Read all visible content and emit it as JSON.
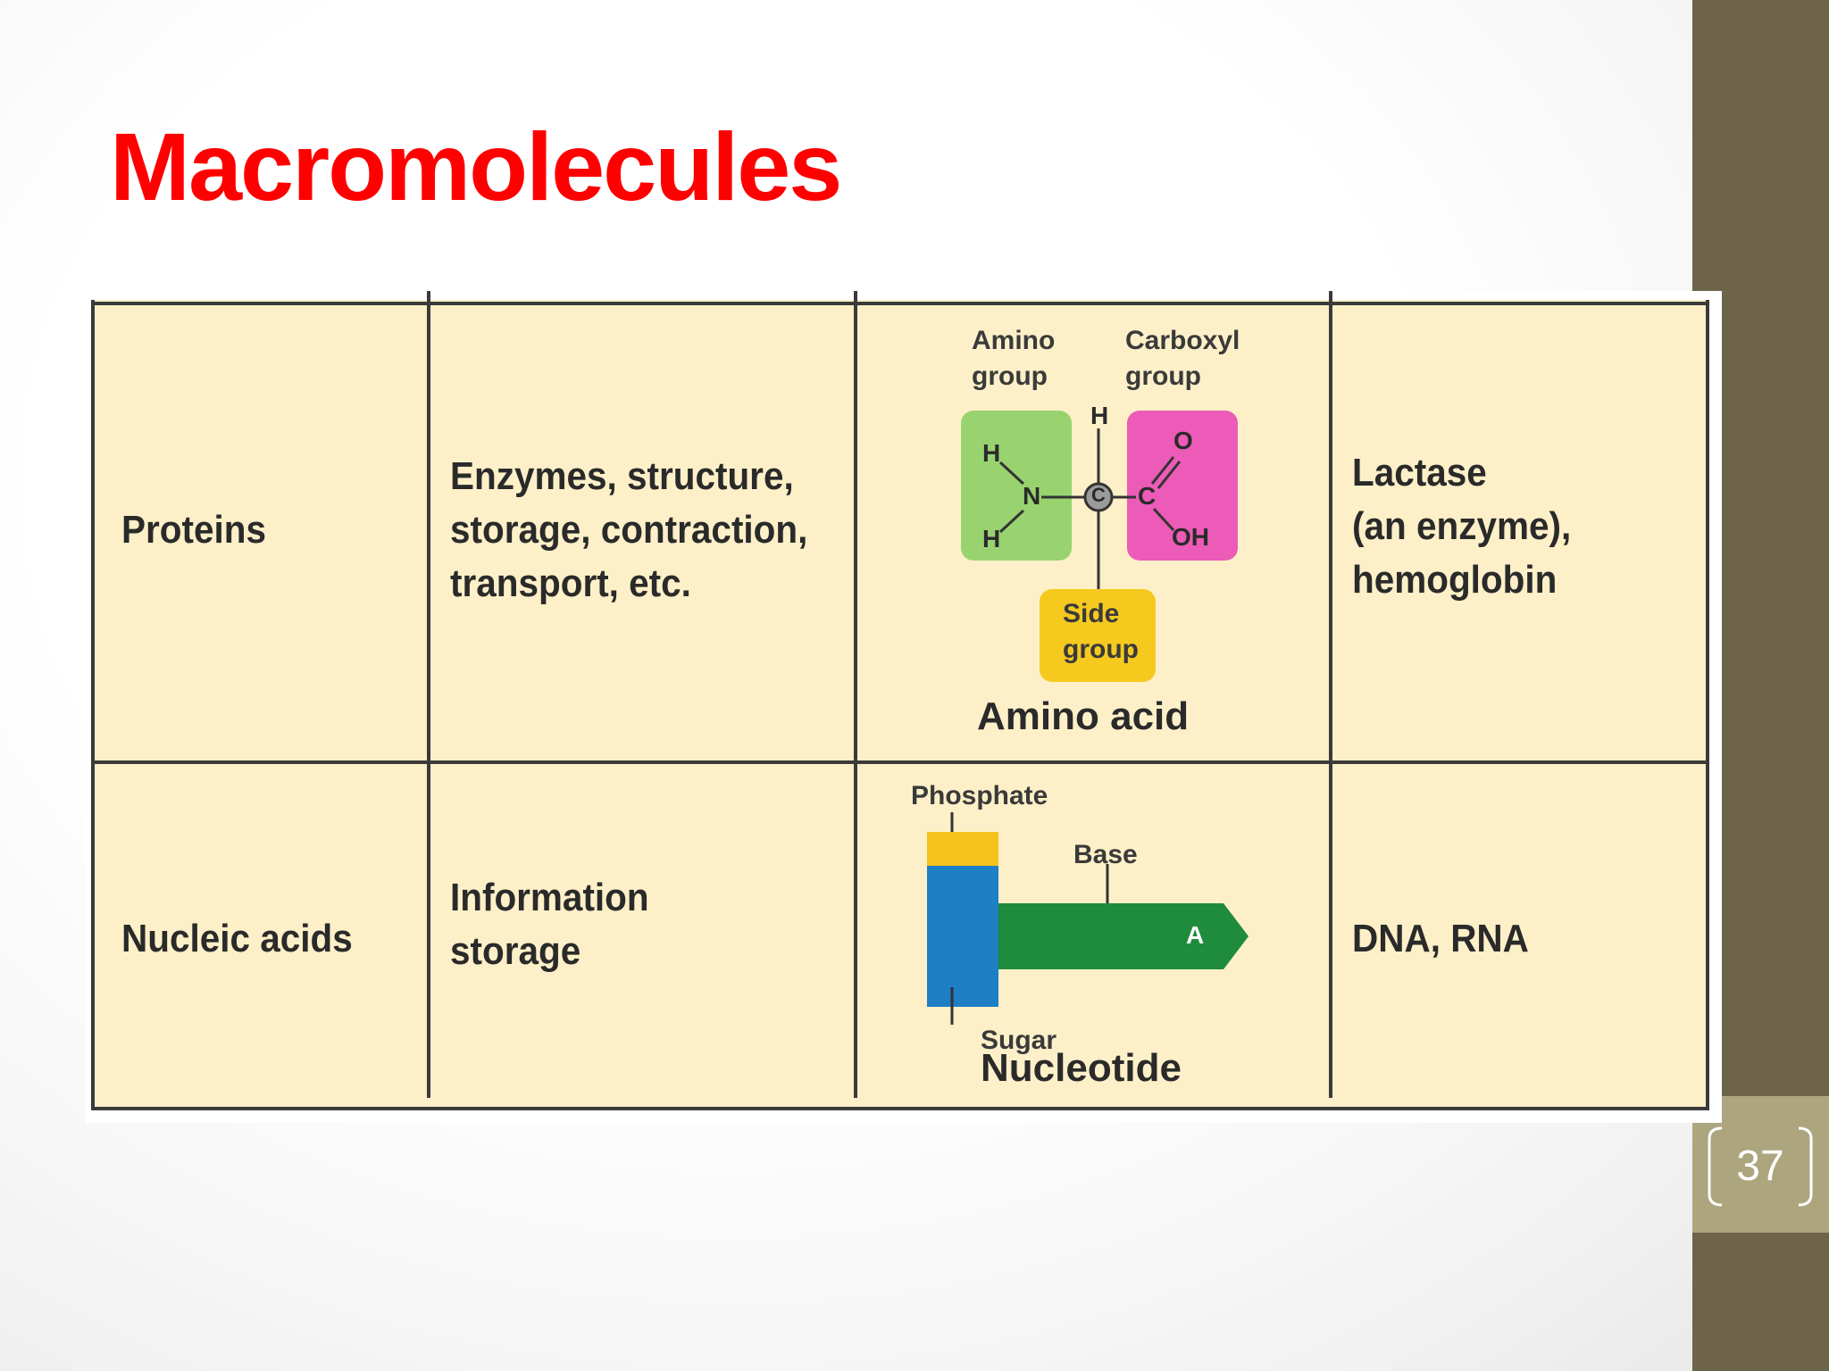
{
  "slide": {
    "title": "Macromolecules",
    "page_number": "37"
  },
  "table": {
    "rows": [
      {
        "type": "Proteins",
        "functions": [
          "Enzymes, structure,",
          "storage, contraction,",
          "transport, etc."
        ],
        "monomer": {
          "caption": "Amino acid",
          "labels": {
            "amino_group": [
              "Amino",
              "group"
            ],
            "carboxyl_group": [
              "Carboxyl",
              "group"
            ],
            "side_group": [
              "Side",
              "group"
            ]
          },
          "atoms": {
            "h_top": "H",
            "h_upper_left": "H",
            "n": "N",
            "h_lower_left": "H",
            "c_center": "C",
            "c_carboxyl": "C",
            "o": "O",
            "oh": "OH"
          },
          "colors": {
            "amino_box": "#99d36f",
            "carboxyl_box": "#ec5bb7",
            "side_box": "#f6c91f"
          }
        },
        "examples": [
          "Lactase",
          "(an enzyme),",
          "hemoglobin"
        ]
      },
      {
        "type": "Nucleic acids",
        "functions": [
          "Information",
          "storage"
        ],
        "monomer": {
          "caption": "Nucleotide",
          "labels": {
            "phosphate": "Phosphate",
            "base": "Base",
            "sugar": "Sugar",
            "base_letter": "A"
          },
          "colors": {
            "phosphate": "#f6c21b",
            "sugar": "#1d7fc4",
            "base": "#1f8b3c"
          }
        },
        "examples": [
          "DNA, RNA"
        ]
      }
    ]
  }
}
